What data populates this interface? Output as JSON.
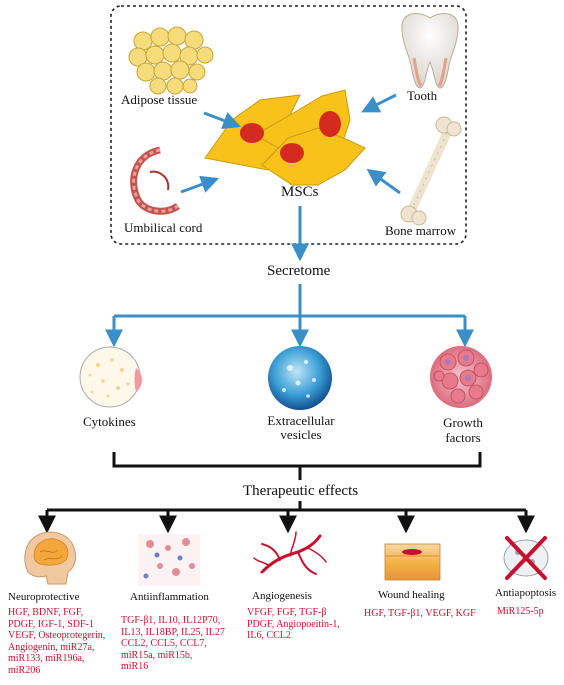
{
  "sources": {
    "adipose": "Adipose tissue",
    "tooth": "Tooth",
    "umbilical": "Umbilical cord",
    "bone_marrow": "Bone marrow"
  },
  "center": "MSCs",
  "secretome": "Secretome",
  "components": {
    "cytokines": "Cytokines",
    "ev_line1": "Extracellular",
    "ev_line2": "vesicles",
    "gf_line1": "Growth",
    "gf_line2": "factors"
  },
  "therapeutic": "Therapeutic effects",
  "effects": [
    {
      "title": "Neuroprotective",
      "lines": [
        "HGF, BDNF, FGF,",
        "PDGF, IGF-1, SDF-1",
        "VEGF, Osteoprotegerin,",
        "Angiogenin, miR27a,",
        "miR133, miR196a,",
        "miR206"
      ]
    },
    {
      "title": "Antiinflammation",
      "lines": [
        "TGF-β1, IL10, IL12P70,",
        "IL13, IL18BP, IL25, IL27",
        "CCL2, CCL5, CCL7,",
        "miR15a, miR15b,",
        "miR16"
      ]
    },
    {
      "title": "Angiogenesis",
      "lines": [
        "VFGF, FGF, TGF-β",
        "PDGF, Angiopoeitin-1,",
        "IL6, CCL2"
      ]
    },
    {
      "title": "Wound healing",
      "lines": [
        "HGF, TGF-β1, VEGF, KGF"
      ]
    },
    {
      "title": "Antiapoptosis",
      "lines": [
        "MiR125-5p"
      ]
    }
  ],
  "colors": {
    "arrow_blue": "#3a8fc8",
    "arrow_black": "#111111",
    "cell_yellow": "#f7c21a",
    "nucleus_red": "#d42a20",
    "text_red": "#c8102e"
  },
  "icons": [
    "adipose-tissue-icon",
    "tooth-icon",
    "umbilical-cord-icon",
    "bone-icon",
    "msc-cells-icon",
    "cytokines-icon",
    "vesicles-icon",
    "growth-factors-icon",
    "brain-icon",
    "inflammation-icon",
    "vessels-icon",
    "skin-icon",
    "apoptosis-icon"
  ]
}
